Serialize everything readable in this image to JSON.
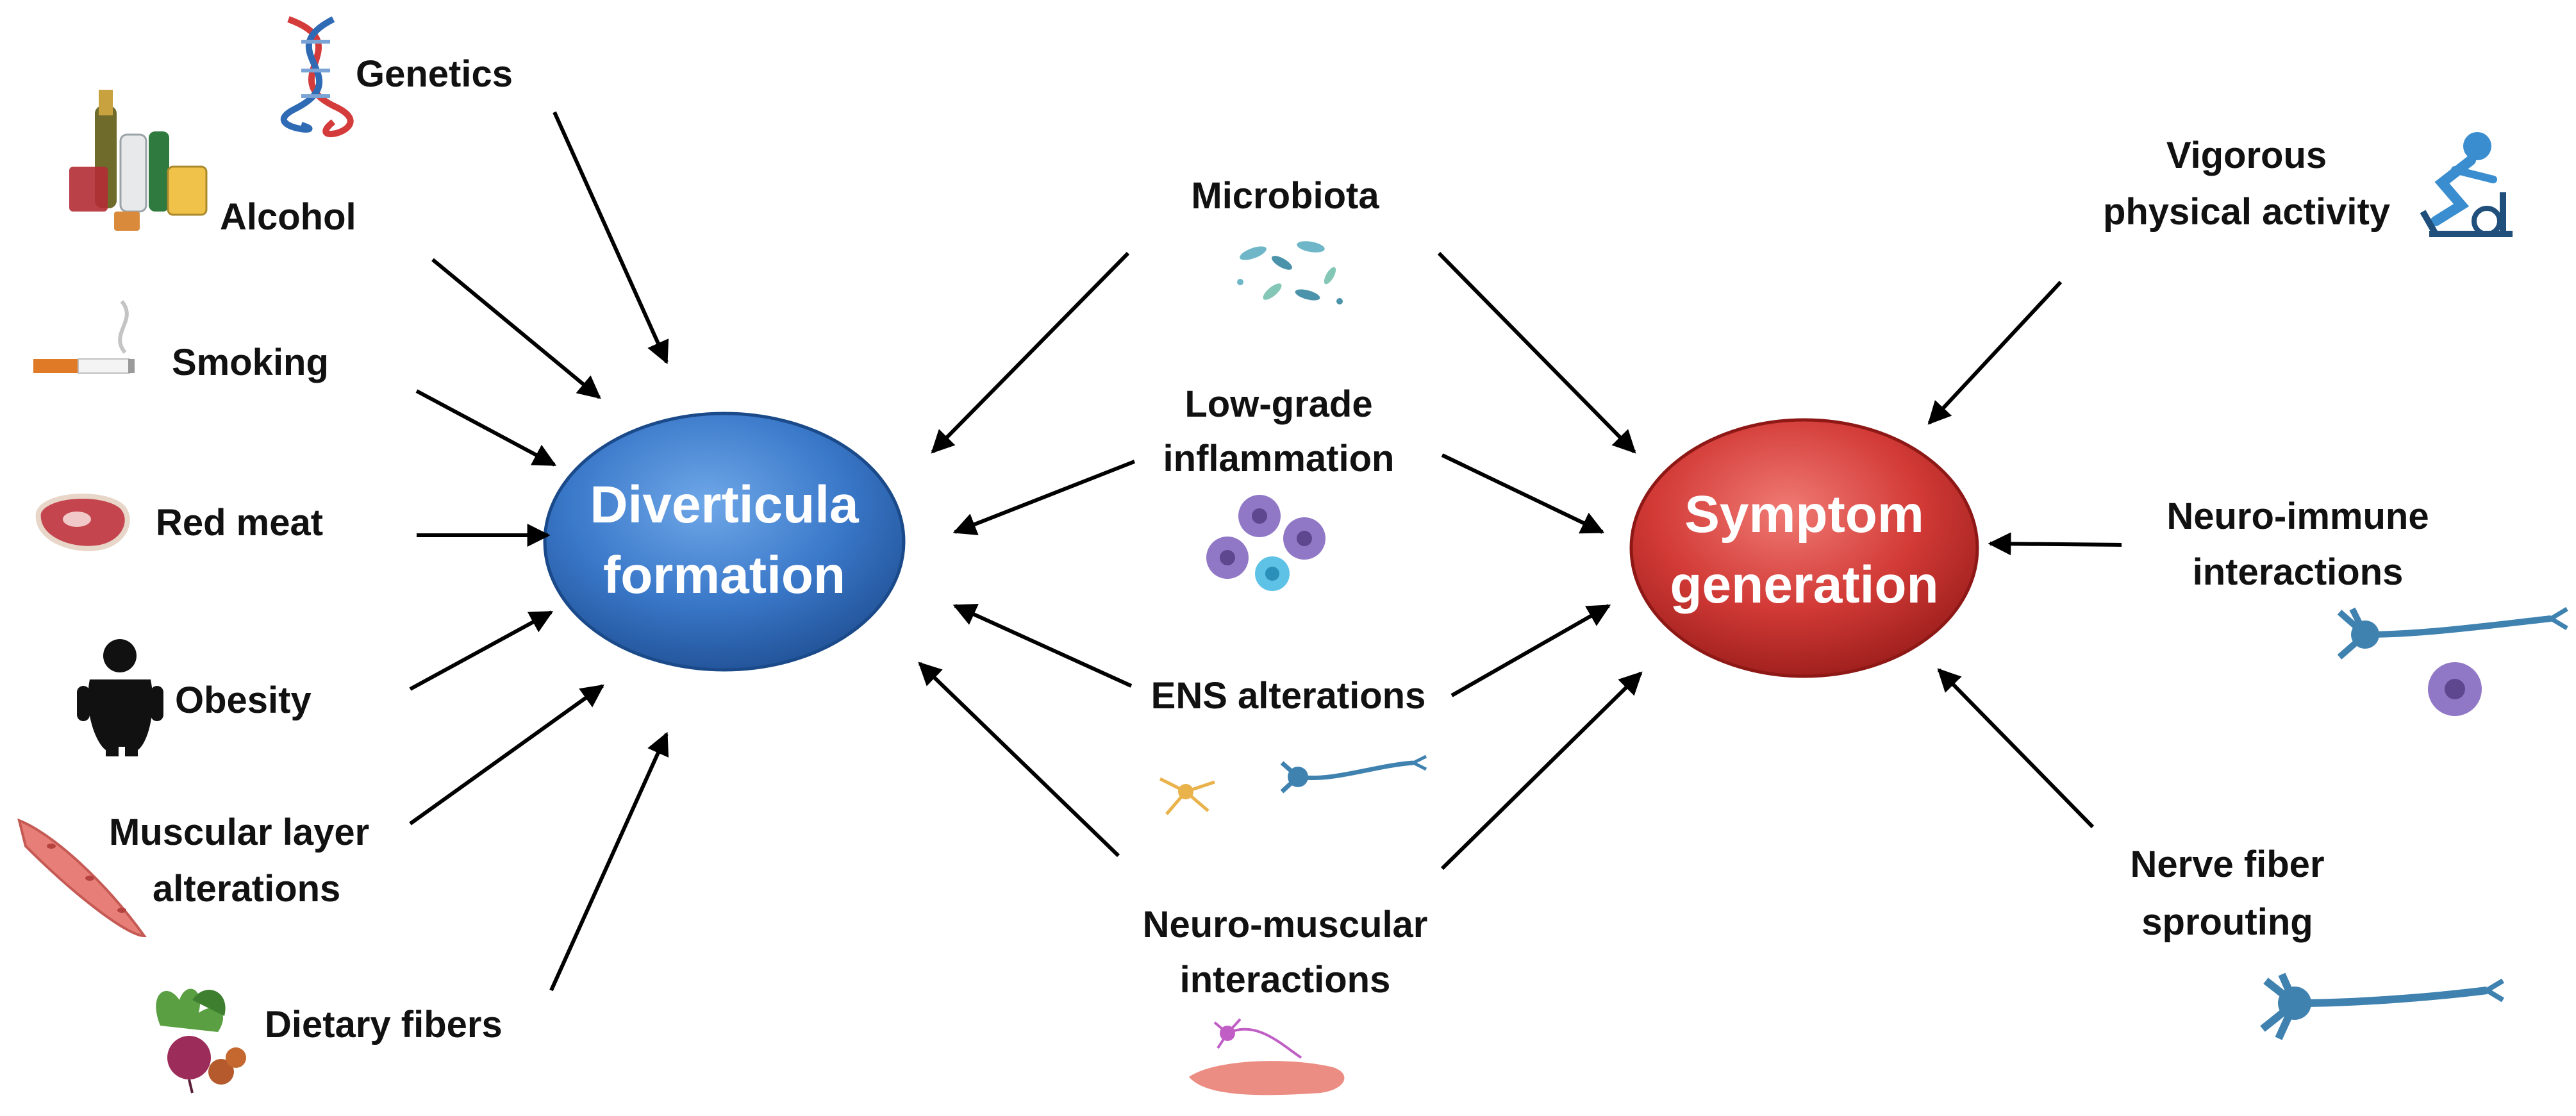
{
  "hubs": {
    "diverticula": {
      "line1": "Diverticula",
      "line2": "formation",
      "color": "#3a78c9"
    },
    "symptom": {
      "line1": "Symptom",
      "line2": "generation",
      "color": "#d23a36"
    }
  },
  "left_factors": {
    "genetics": "Genetics",
    "alcohol": "Alcohol",
    "smoking": "Smoking",
    "red_meat": "Red meat",
    "obesity": "Obesity",
    "muscular_1": "Muscular layer",
    "muscular_2": "alterations",
    "dietary_fibers": "Dietary fibers"
  },
  "middle_factors": {
    "microbiota": "Microbiota",
    "inflammation_1": "Low-grade",
    "inflammation_2": "inflammation",
    "ens": "ENS alterations",
    "neuromuscular_1": "Neuro-muscular",
    "neuromuscular_2": "interactions"
  },
  "right_factors": {
    "vigorous_1": "Vigorous",
    "vigorous_2": "physical activity",
    "neuroimmune_1": "Neuro-immune",
    "neuroimmune_2": "interactions",
    "nerve_1": "Nerve fiber",
    "nerve_2": "sprouting"
  }
}
